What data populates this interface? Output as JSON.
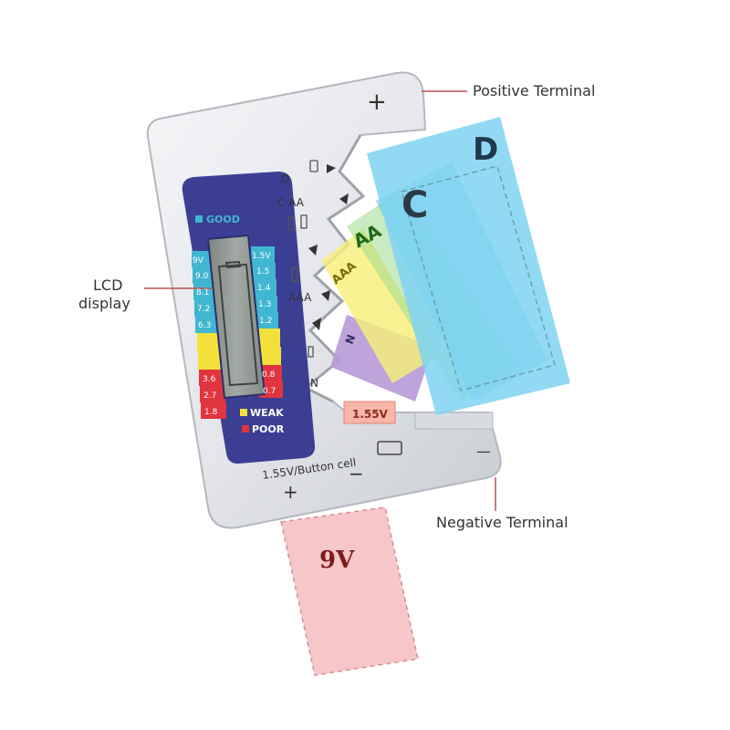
{
  "callouts": {
    "positive_terminal": "Positive Terminal",
    "negative_terminal": "Negative Terminal",
    "lcd_line1": "LCD",
    "lcd_line2": "display"
  },
  "device": {
    "top_plus": "+",
    "bottom_plus": "+",
    "bottom_minus": "−",
    "right_minus": "—",
    "button_cell_label": "1.55V/Button cell",
    "slot_label_d": "D",
    "slot_label_caa": "C·AA",
    "slot_label_aaa": "AAA",
    "slot_label_n": "N",
    "voltage_tag": "1.55V"
  },
  "panel": {
    "good": "GOOD",
    "weak": "WEAK",
    "poor": "POOR",
    "left_scale": [
      "9V",
      "9.0",
      "8.1",
      "7.2",
      "6.3",
      "",
      "",
      "3.6",
      "2.7",
      "1.8"
    ],
    "right_scale": [
      "1.5V",
      "1.5",
      "1.4",
      "1.3",
      "1.2",
      "",
      "",
      "0.8",
      "0.7",
      ""
    ],
    "colors": {
      "panel_bg": "#3b3f94",
      "good_band": "#41b6d1",
      "weak_band": "#f3e03a",
      "poor_band": "#e0353f",
      "lcd": "#8e9590"
    }
  },
  "batteries": {
    "d": "D",
    "c": "C",
    "aa": "AA",
    "aaa": "AAA",
    "n": "N",
    "nine_v": "9V",
    "colors": {
      "d": "#7fd3f2",
      "c": "#5cc0e0",
      "aa": "#9ed98e",
      "aaa": "#f7ef7a",
      "n": "#b79ad6",
      "nine_v": "#f6c6c8"
    }
  }
}
